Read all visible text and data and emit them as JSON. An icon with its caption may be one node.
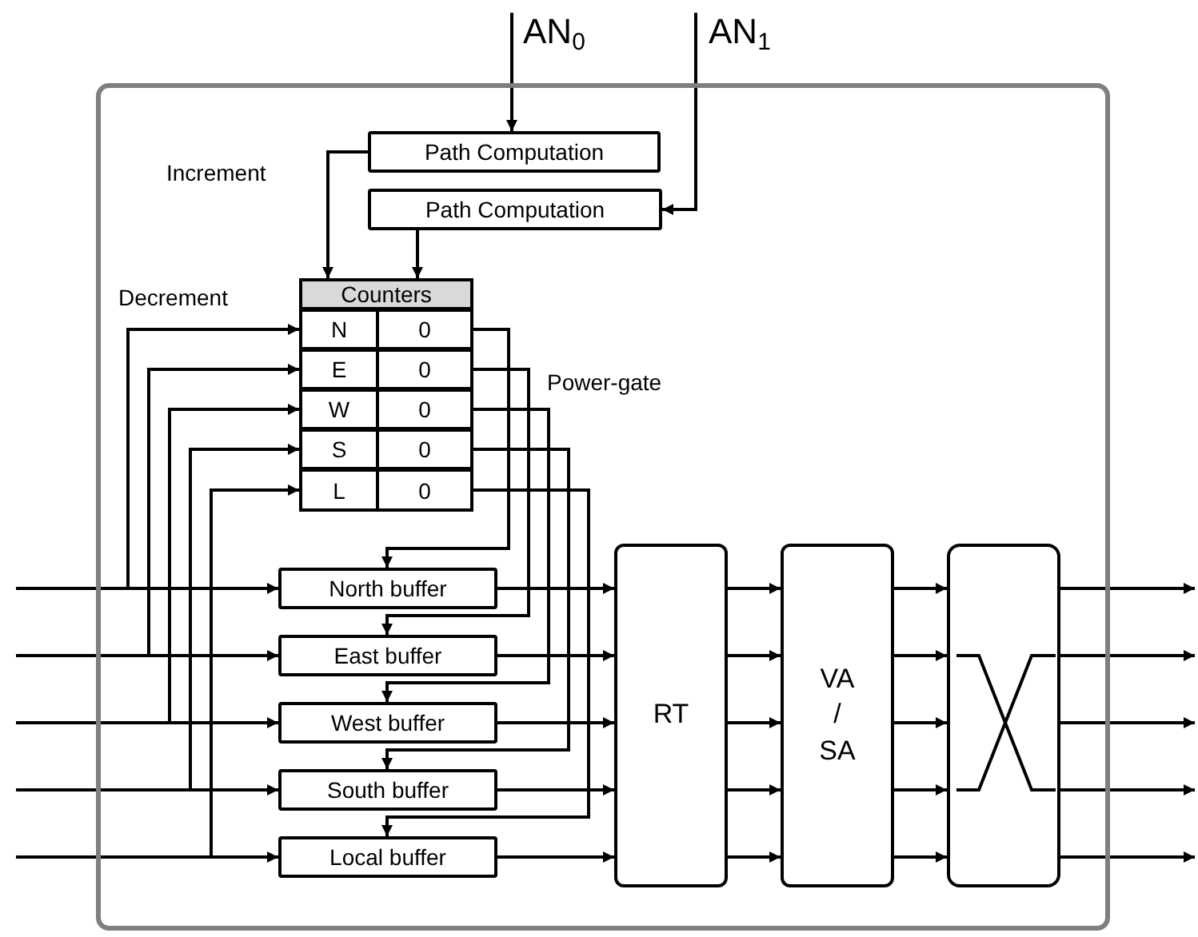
{
  "diagram": {
    "nodes": [
      {
        "text": [],
        "shape": "box"
      },
      {
        "text": [
          "AN$_{0}$"
        ]
      },
      {
        "text": [
          "AN$_{1}$"
        ]
      },
      {
        "text": [
          "Path Computation"
        ],
        "in": 0
      },
      {
        "text": [
          "Path Computation"
        ],
        "in": 0
      },
      {
        "text": [
          "Counters"
        ],
        "in": 0
      },
      {
        "text": [
          "N",
          "0"
        ],
        "in": 5
      },
      {
        "text": [
          "E",
          "0"
        ],
        "in": 5
      },
      {
        "text": [
          "W",
          "0"
        ],
        "in": 5
      },
      {
        "text": [
          "S",
          "0"
        ],
        "in": 5
      },
      {
        "text": [
          "L",
          "0"
        ],
        "in": 5
      },
      {
        "text": [
          "North buffer"
        ],
        "in": 0
      },
      {
        "text": [
          "East buffer"
        ],
        "in": 0
      },
      {
        "text": [
          "West buffer"
        ],
        "in": 0
      },
      {
        "text": [
          "South buffer"
        ],
        "in": 0
      },
      {
        "text": [
          "Local buffer"
        ],
        "in": 0
      },
      {
        "text": [
          "RT"
        ],
        "in": 0
      },
      {
        "text": [
          "VA / SA"
        ],
        "in": 0
      },
      {
        "text": [],
        "shape": "box",
        "in": 0
      }
    ],
    "edges": [
      {
        "from": 1,
        "to": 3,
        "arrow": "to"
      },
      {
        "from": 2,
        "to": 4,
        "arrow": "to"
      },
      {
        "from": 3,
        "to": 5,
        "arrow": "to"
      },
      {
        "from": 4,
        "to": 5,
        "arrow": "to"
      },
      {
        "from": null,
        "to": 11,
        "arrow": "to"
      },
      {
        "from": null,
        "to": 12,
        "arrow": "to"
      },
      {
        "from": null,
        "to": 13,
        "arrow": "to"
      },
      {
        "from": null,
        "to": 14,
        "arrow": "to"
      },
      {
        "from": null,
        "to": 15,
        "arrow": "to"
      },
      {
        "from": null,
        "to": 6,
        "arrow": "to"
      },
      {
        "from": null,
        "to": 7,
        "arrow": "to"
      },
      {
        "from": null,
        "to": 8,
        "arrow": "to"
      },
      {
        "from": null,
        "to": 9,
        "arrow": "to"
      },
      {
        "from": null,
        "to": 10,
        "arrow": "to"
      },
      {
        "from": 6,
        "to": 11,
        "arrow": "to"
      },
      {
        "from": 7,
        "to": 12,
        "arrow": "to"
      },
      {
        "from": 8,
        "to": 13,
        "arrow": "to"
      },
      {
        "from": 9,
        "to": 14,
        "arrow": "to"
      },
      {
        "from": 10,
        "to": 15,
        "arrow": "to"
      },
      {
        "from": 11,
        "to": 16,
        "arrow": "to"
      },
      {
        "from": 12,
        "to": 16,
        "arrow": "to"
      },
      {
        "from": 13,
        "to": 16,
        "arrow": "to"
      },
      {
        "from": 14,
        "to": 16,
        "arrow": "to"
      },
      {
        "from": 15,
        "to": 16,
        "arrow": "to"
      },
      {
        "from": 16,
        "to": 17,
        "arrow": "to"
      },
      {
        "from": 16,
        "to": 17,
        "arrow": "to"
      },
      {
        "from": 16,
        "to": 17,
        "arrow": "to"
      },
      {
        "from": 16,
        "to": 17,
        "arrow": "to"
      },
      {
        "from": 16,
        "to": 17,
        "arrow": "to"
      },
      {
        "from": 17,
        "to": 18,
        "arrow": "to"
      },
      {
        "from": 17,
        "to": 18,
        "arrow": "to"
      },
      {
        "from": 17,
        "to": 18,
        "arrow": "to"
      },
      {
        "from": 17,
        "to": 18,
        "arrow": "to"
      },
      {
        "from": 17,
        "to": 18,
        "arrow": "to"
      },
      {
        "from": 18,
        "to": null,
        "arrow": "to"
      },
      {
        "from": 18,
        "to": null,
        "arrow": "to"
      },
      {
        "from": 18,
        "to": null,
        "arrow": "to"
      },
      {
        "from": 18,
        "to": null,
        "arrow": "to"
      },
      {
        "from": 18,
        "to": null,
        "arrow": "to"
      }
    ],
    "labels": [
      "Increment",
      "Decrement",
      "Power-gate"
    ]
  }
}
